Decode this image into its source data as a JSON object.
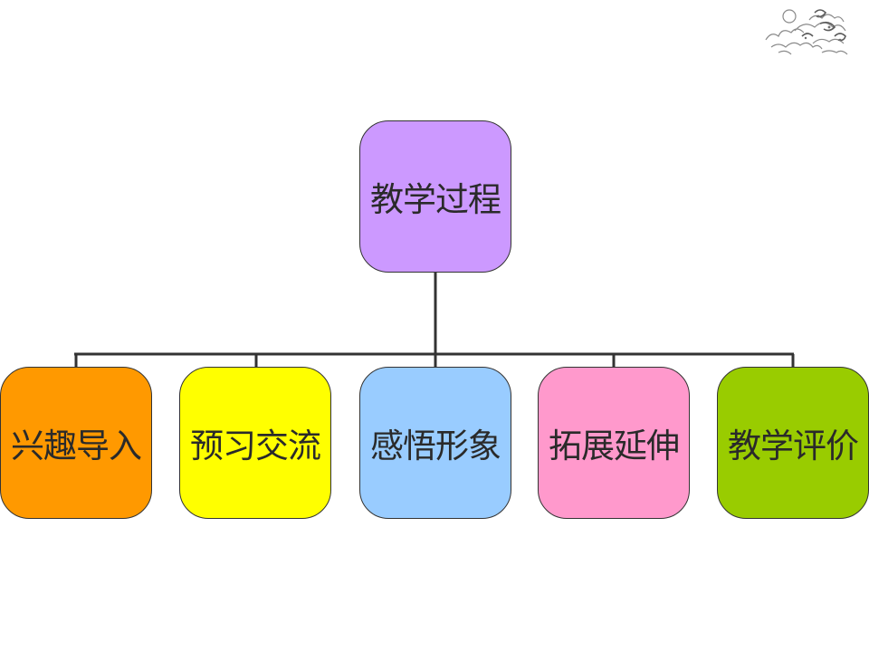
{
  "diagram": {
    "root": {
      "label": "教学过程",
      "color": "#CC99FF"
    },
    "children": [
      {
        "label": "兴趣导入",
        "color": "#FF9900"
      },
      {
        "label": "预习交流",
        "color": "#FFFF00"
      },
      {
        "label": "感悟形象",
        "color": "#99CCFF"
      },
      {
        "label": "拓展延伸",
        "color": "#FF99CC"
      },
      {
        "label": "教学评价",
        "color": "#99CC00"
      }
    ],
    "connector_color": "#333333"
  },
  "decoration": {
    "icon": "auspicious-cloud-icon"
  }
}
